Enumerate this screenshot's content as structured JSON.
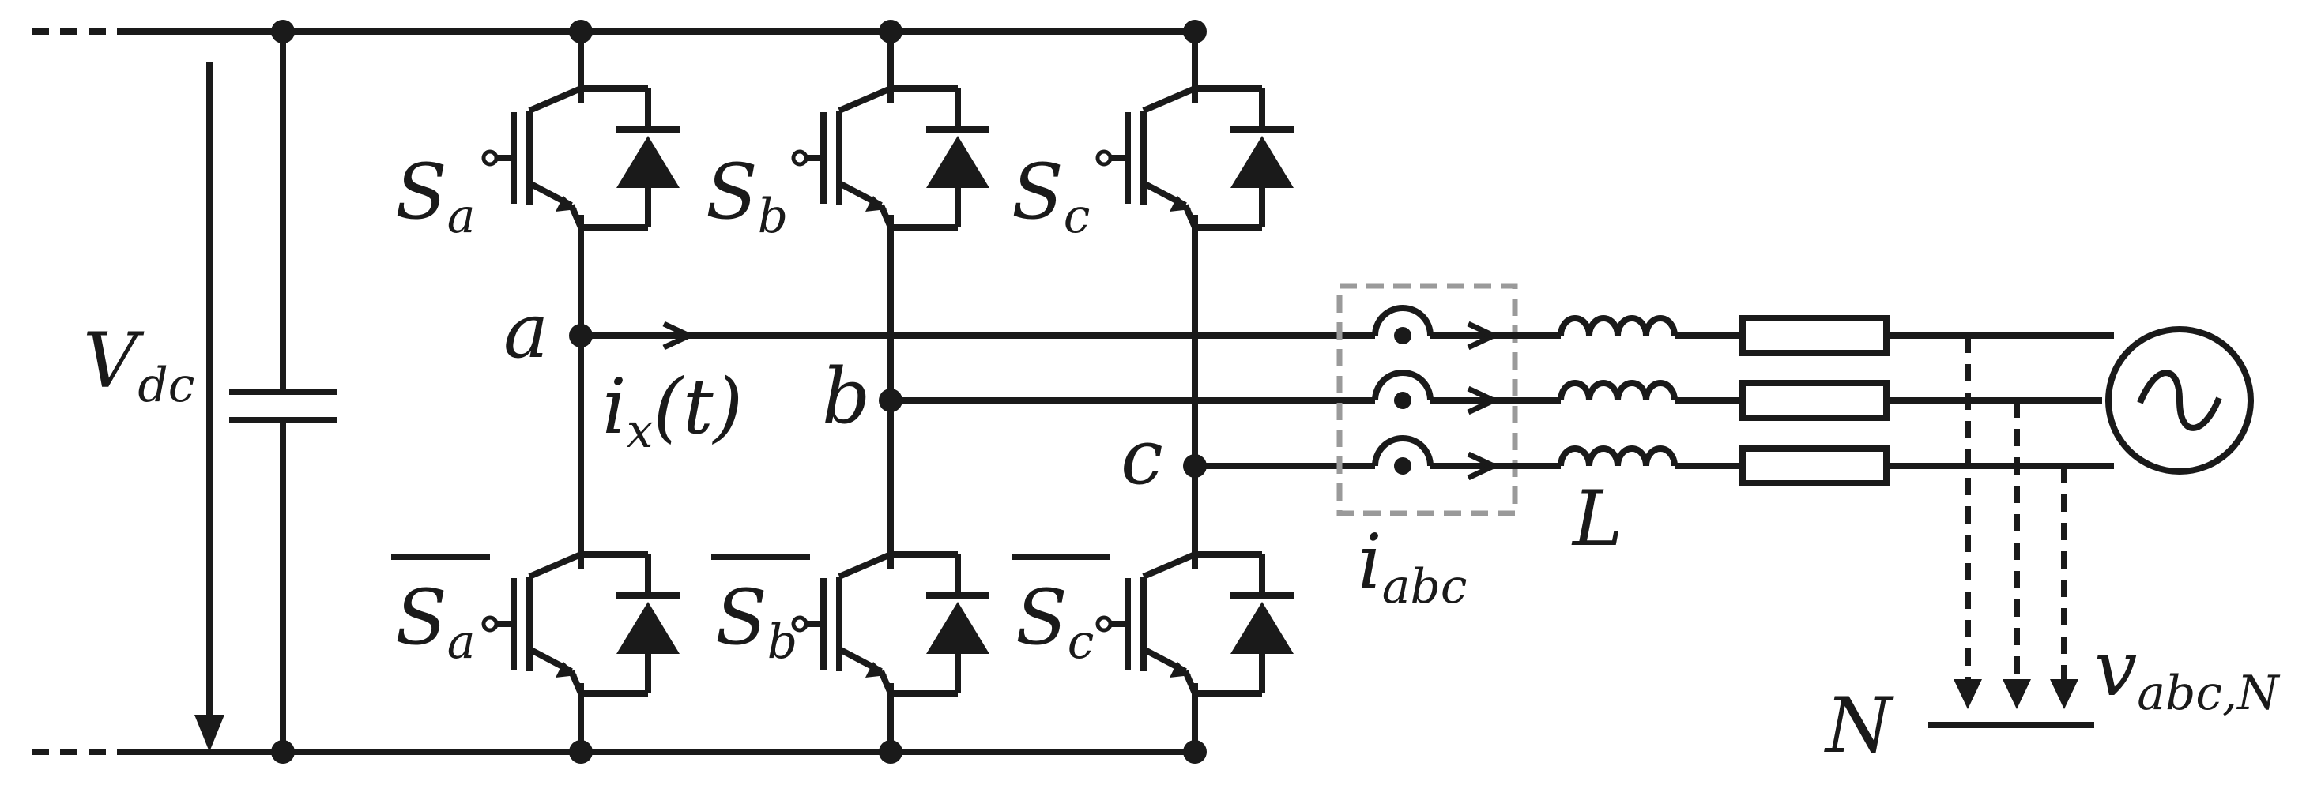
{
  "labels": {
    "dc_voltage": {
      "main": "V",
      "sub": "dc"
    },
    "switches_upper": [
      {
        "main": "S",
        "sub": "a"
      },
      {
        "main": "S",
        "sub": "b"
      },
      {
        "main": "S",
        "sub": "c"
      }
    ],
    "switches_lower": [
      {
        "main": "S",
        "sub": "a"
      },
      {
        "main": "S",
        "sub": "b"
      },
      {
        "main": "S",
        "sub": "c"
      }
    ],
    "nodes": [
      "a",
      "b",
      "c"
    ],
    "phase_current": {
      "main": "i",
      "sub": "x",
      "arg": "(t)"
    },
    "sensed_current": {
      "main": "i",
      "sub": "abc"
    },
    "inductor": "L",
    "neutral": "N",
    "grid_voltage": {
      "main": "v",
      "sub": "abc,N"
    }
  }
}
